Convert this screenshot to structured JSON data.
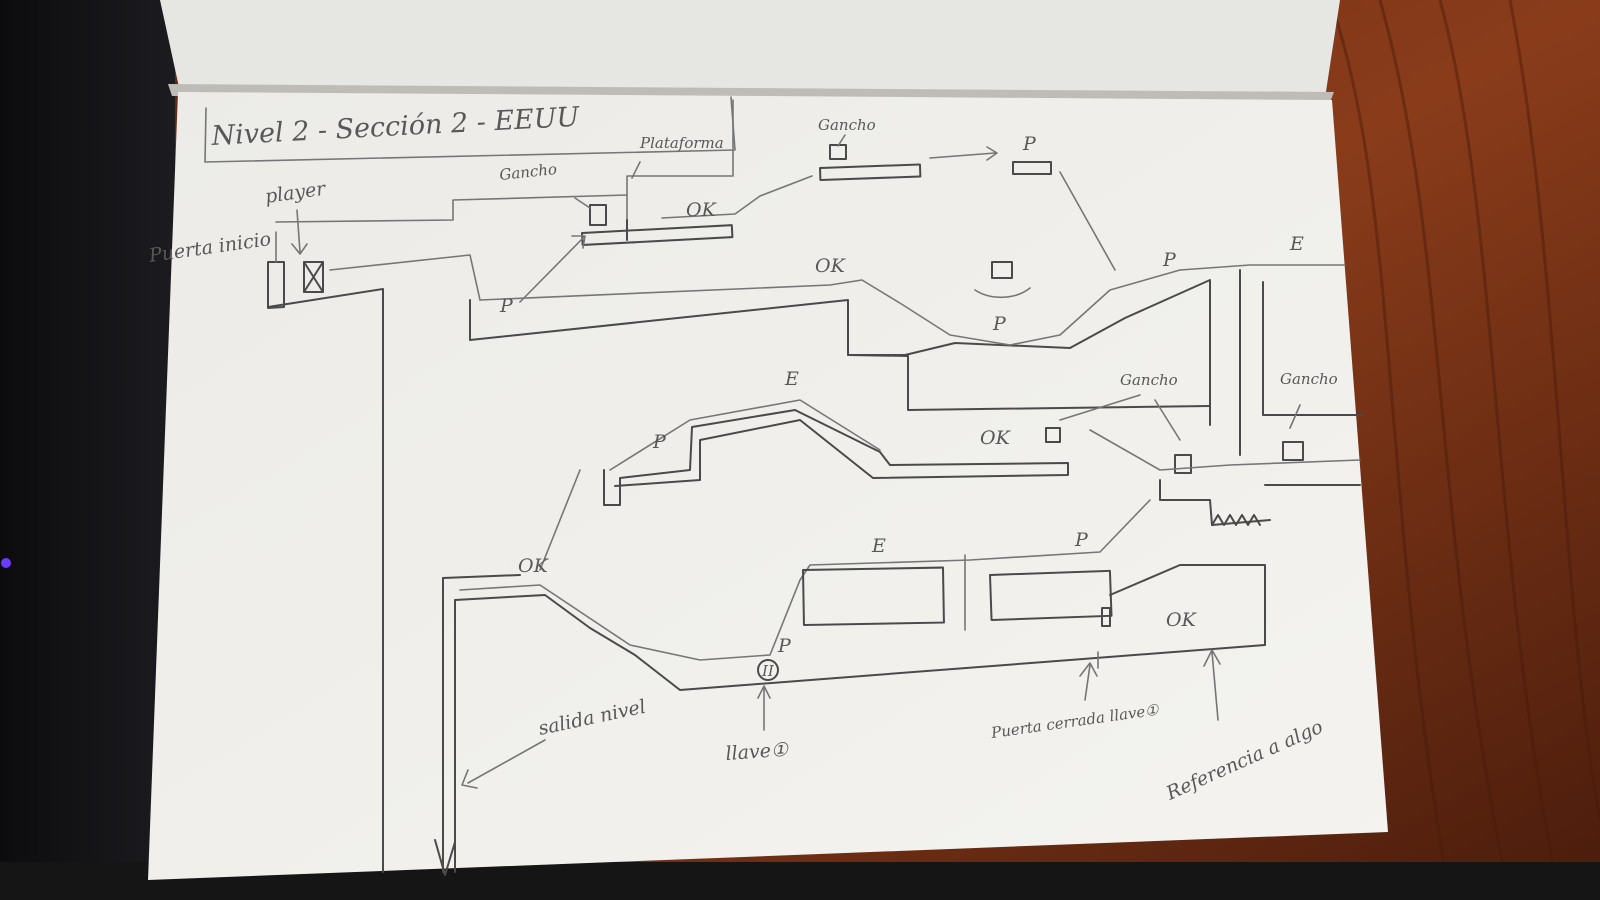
{
  "title": "Nivel 2 - Sección 2 - EEUU",
  "labels": {
    "player": "player",
    "puerta_inicio": "Puerta inicio",
    "gancho": "Gancho",
    "plataforma": "Plataforma",
    "salida_nivel": "salida nivel",
    "llave": "llave①",
    "puerta_cerrada": "Puerta cerrada llave①",
    "referencia": "Referencia a algo"
  },
  "marks": {
    "ok": "OK",
    "p": "P",
    "e": "E",
    "key_symbol": "II"
  },
  "colors": {
    "paper": "#f1f0ec",
    "pencil": "#4a4a4a",
    "wood": "#7a3418",
    "dark": "#141414"
  }
}
